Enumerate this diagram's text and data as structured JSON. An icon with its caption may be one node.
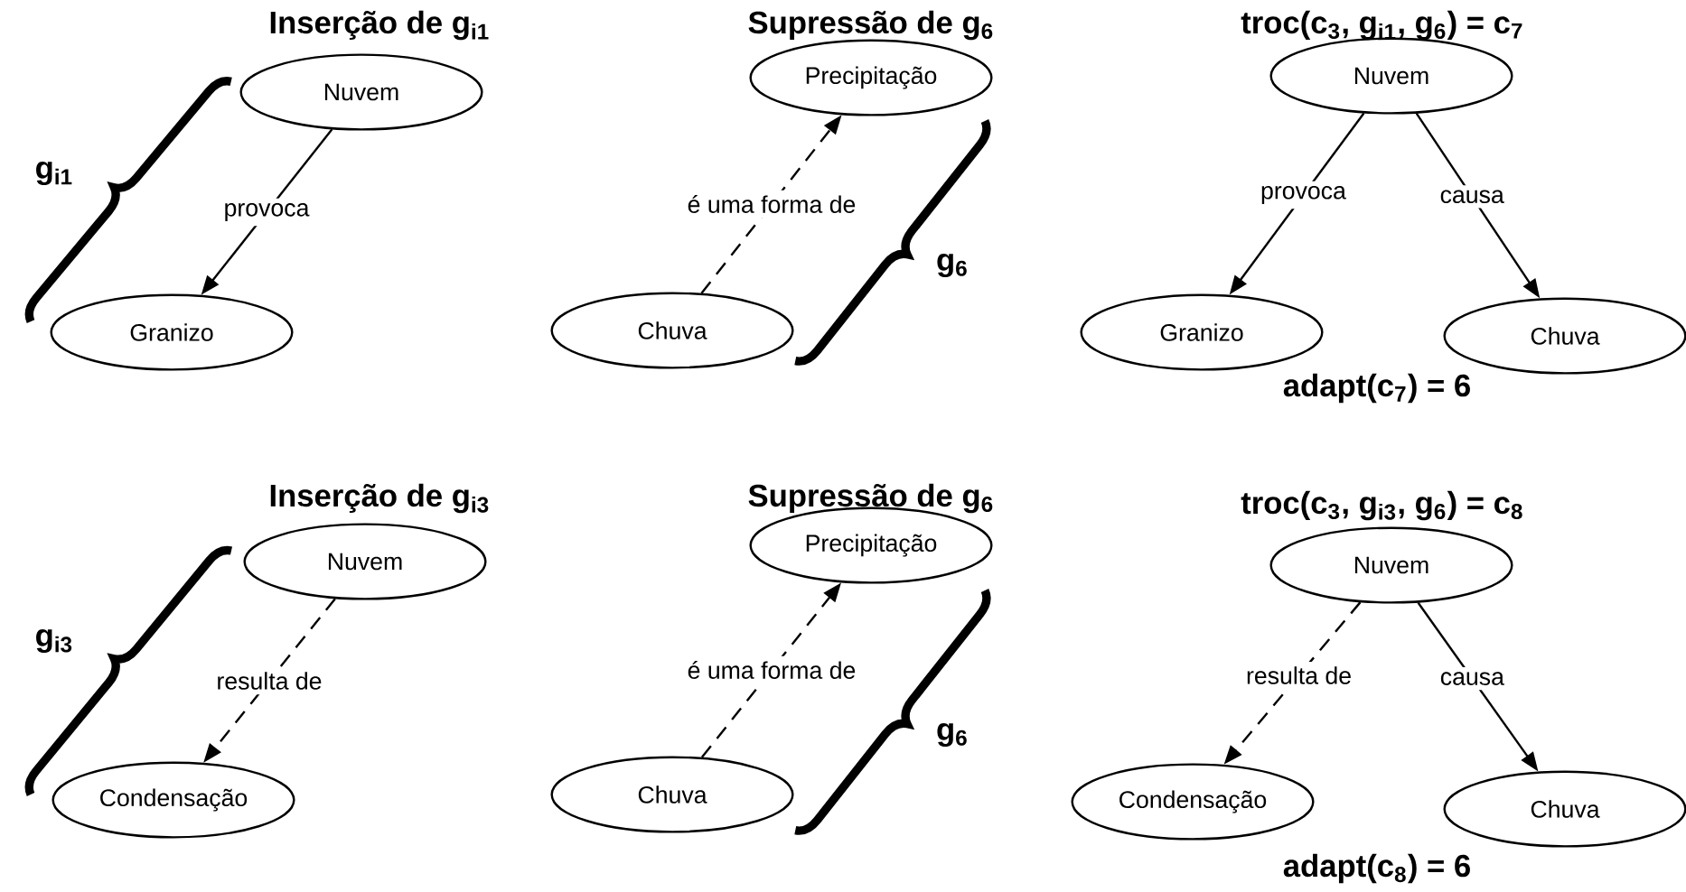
{
  "diagram": {
    "nodes": [
      {
        "text": [
          "Nuvem"
        ]
      },
      {
        "text": [
          "Granizo"
        ]
      },
      {
        "text": [
          "Precipitação"
        ]
      },
      {
        "text": [
          "Chuva"
        ]
      },
      {
        "text": [
          "Nuvem"
        ]
      },
      {
        "text": [
          "Granizo"
        ]
      },
      {
        "text": [
          "Chuva"
        ]
      },
      {
        "text": [
          "Nuvem"
        ]
      },
      {
        "text": [
          "Condensação"
        ]
      },
      {
        "text": [
          "Precipitação"
        ]
      },
      {
        "text": [
          "Chuva"
        ]
      },
      {
        "text": [
          "Nuvem"
        ]
      },
      {
        "text": [
          "Condensação"
        ]
      },
      {
        "text": [
          "Chuva"
        ]
      }
    ],
    "edges": [
      {
        "from": 0,
        "to": 1,
        "arrow": "to",
        "label": "provoca"
      },
      {
        "from": 3,
        "to": 2,
        "arrow": "to",
        "label": "é uma forma de",
        "style": "dashed"
      },
      {
        "from": 4,
        "to": 5,
        "arrow": "to",
        "label": "provoca"
      },
      {
        "from": 4,
        "to": 6,
        "arrow": "to",
        "label": "causa"
      },
      {
        "from": 7,
        "to": 8,
        "arrow": "to",
        "label": "resulta de",
        "style": "dashed"
      },
      {
        "from": 10,
        "to": 9,
        "arrow": "to",
        "label": "é uma forma de",
        "style": "dashed"
      },
      {
        "from": 11,
        "to": 12,
        "arrow": "to",
        "label": "resulta de",
        "style": "dashed"
      },
      {
        "from": 11,
        "to": 13,
        "arrow": "to",
        "label": "causa"
      }
    ],
    "labels": [
      "Inserção de g$_{i1}$",
      "Supressão de g$_{6}$",
      "troc(c$_{3}$, g$_{i1}$, g$_{6}$) = c$_{7}$",
      "g$_{i1}$",
      "g$_{6}$",
      "adapt(c$_{7}$) = 6",
      "Inserção de g$_{i3}$",
      "Supressão de g$_{6}$",
      "troc(c$_{3}$, g$_{i3}$, g$_{6}$) = c$_{8}$",
      "g$_{i3}$",
      "g$_{6}$",
      "adapt(c$_{8}$) = 6"
    ]
  }
}
